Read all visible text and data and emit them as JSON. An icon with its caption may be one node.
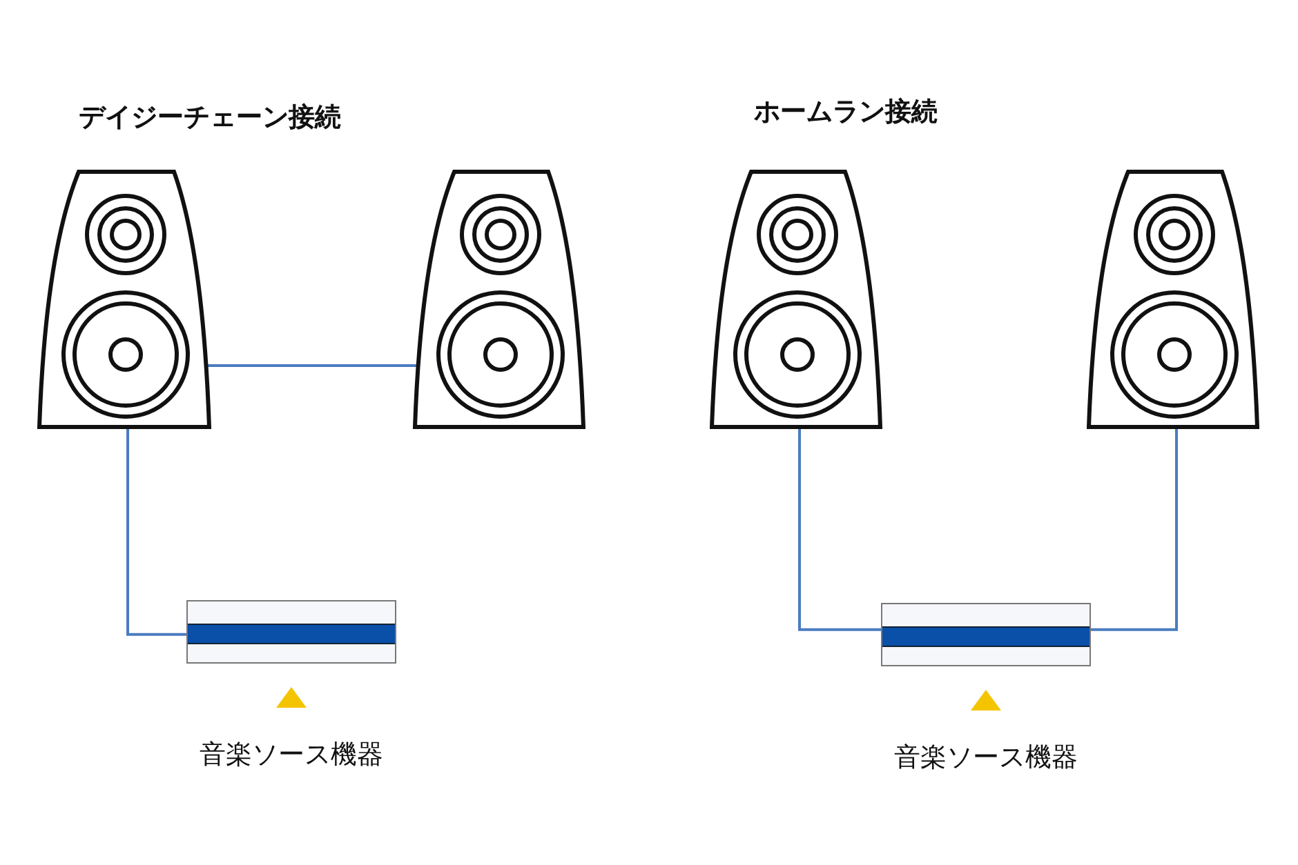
{
  "diagram": {
    "nodes": [
      {
        "text": [],
        "shape": "picture"
      },
      {
        "text": [],
        "shape": "picture"
      },
      {
        "text": [],
        "shape": "box",
        "beside": [
          "音楽ソース機器"
        ]
      },
      {
        "text": [],
        "shape": "picture"
      },
      {
        "text": [],
        "shape": "picture"
      },
      {
        "text": [],
        "shape": "box",
        "beside": [
          "音楽ソース機器"
        ]
      }
    ],
    "edges": [
      {
        "from": 0,
        "to": 1,
        "arrow": "none"
      },
      {
        "from": 2,
        "to": 0,
        "arrow": "none"
      },
      {
        "from": 3,
        "to": 5,
        "arrow": "none"
      },
      {
        "from": 4,
        "to": 5,
        "arrow": "none"
      }
    ],
    "labels": [
      "デイジーチェーン接続",
      "ホームラン接続"
    ]
  }
}
